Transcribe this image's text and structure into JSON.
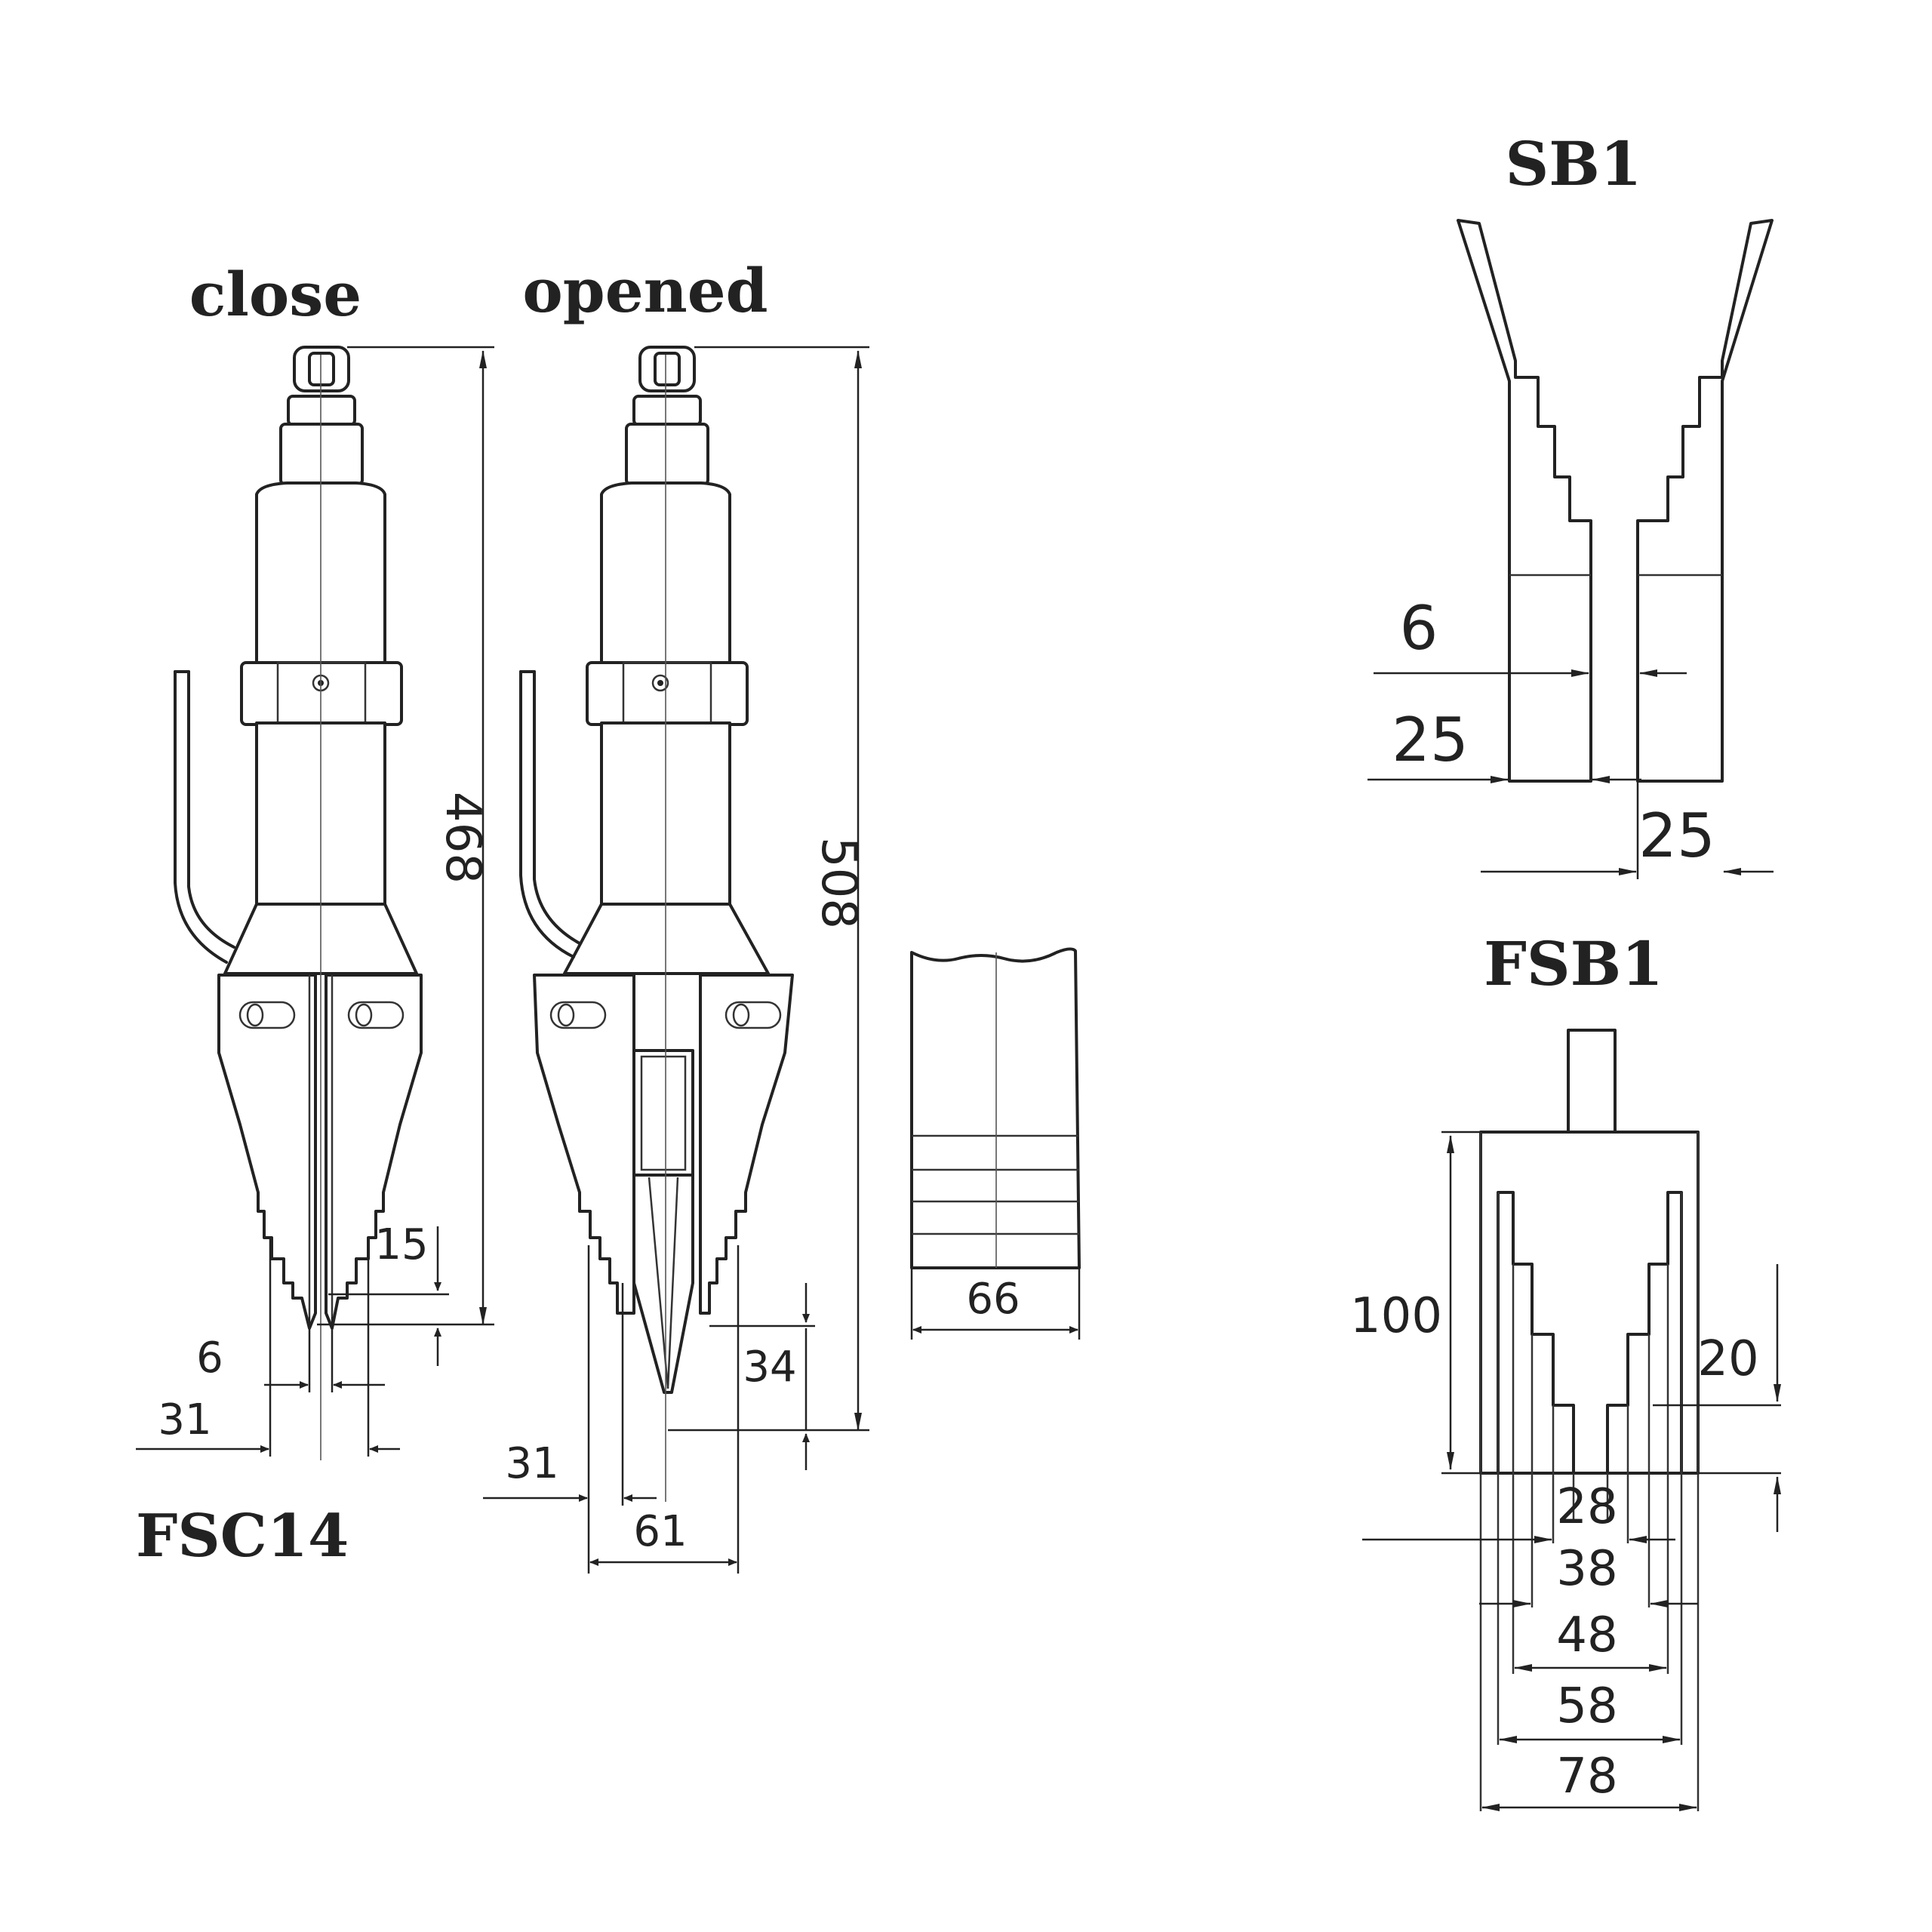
{
  "labels": {
    "close": "close",
    "opened": "opened",
    "model": "FSC14",
    "sb1": "SB1",
    "fsb1": "FSB1"
  },
  "dimensions": {
    "close_length": "468",
    "close_tip_step": "15",
    "close_tip_width": "6",
    "close_jaw_width": "31",
    "opened_length": "508",
    "opened_tip_depth": "34",
    "opened_jaw_width": "31",
    "opened_spread": "61",
    "blade_width": "66",
    "sb1_gap_small": "6",
    "sb1_gap_mid": "25",
    "sb1_gap_large": "25",
    "fsb1_height": "100",
    "fsb1_step": "20",
    "fsb1_w1": "28",
    "fsb1_w2": "38",
    "fsb1_w3": "48",
    "fsb1_w4": "58",
    "fsb1_w5": "78"
  }
}
